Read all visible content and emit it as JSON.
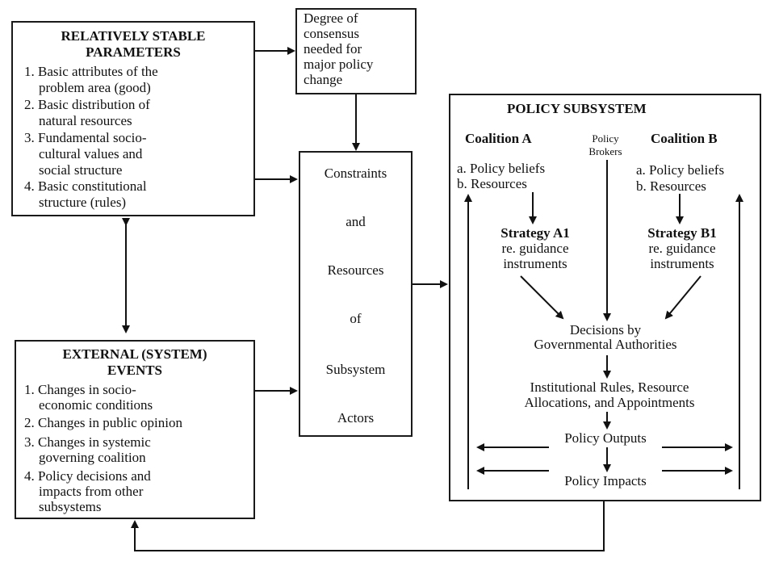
{
  "stable_box": {
    "title_line1": "RELATIVELY STABLE",
    "title_line2": "PARAMETERS",
    "items": [
      {
        "line1": "1. Basic attributes of the",
        "line2": "problem area (good)"
      },
      {
        "line1": "2. Basic distribution of",
        "line2": "natural resources"
      },
      {
        "line1": "3. Fundamental socio-",
        "line2": "cultural values and",
        "line3": "social structure"
      },
      {
        "line1": "4. Basic constitutional",
        "line2": "structure (rules)"
      }
    ]
  },
  "consensus_box": {
    "lines": [
      "Degree of",
      "consensus",
      "needed for",
      "major policy",
      "change"
    ]
  },
  "constraints_box": {
    "words": [
      "Constraints",
      "and",
      "Resources",
      "of",
      "Subsystem",
      "Actors"
    ]
  },
  "external_box": {
    "title_line1": "EXTERNAL (SYSTEM)",
    "title_line2": "EVENTS",
    "items": [
      {
        "line1": "1. Changes in socio-",
        "line2": "economic conditions"
      },
      {
        "line1": "2. Changes in public opinion"
      },
      {
        "line1": "3. Changes in systemic",
        "line2": "governing coalition"
      },
      {
        "line1": "4. Policy decisions and",
        "line2": "impacts from other",
        "line3": "subsystems"
      }
    ]
  },
  "subsystem_box": {
    "title": "POLICY SUBSYSTEM",
    "coalition_a": {
      "name": "Coalition A",
      "beliefs": "a. Policy beliefs",
      "resources": "b. Resources",
      "strategy_line1": "Strategy A1",
      "strategy_line2": "re. guidance",
      "strategy_line3": "instruments"
    },
    "brokers_line1": "Policy",
    "brokers_line2": "Brokers",
    "coalition_b": {
      "name": "Coalition B",
      "beliefs": "a. Policy beliefs",
      "resources": "b. Resources",
      "strategy_line1": "Strategy B1",
      "strategy_line2": "re. guidance",
      "strategy_line3": "instruments"
    },
    "decisions_line1": "Decisions by",
    "decisions_line2": "Governmental  Authorities",
    "rules_line1": "Institutional Rules, Resource",
    "rules_line2": "Allocations, and  Appointments",
    "outputs": "Policy Outputs",
    "impacts": "Policy Impacts"
  }
}
